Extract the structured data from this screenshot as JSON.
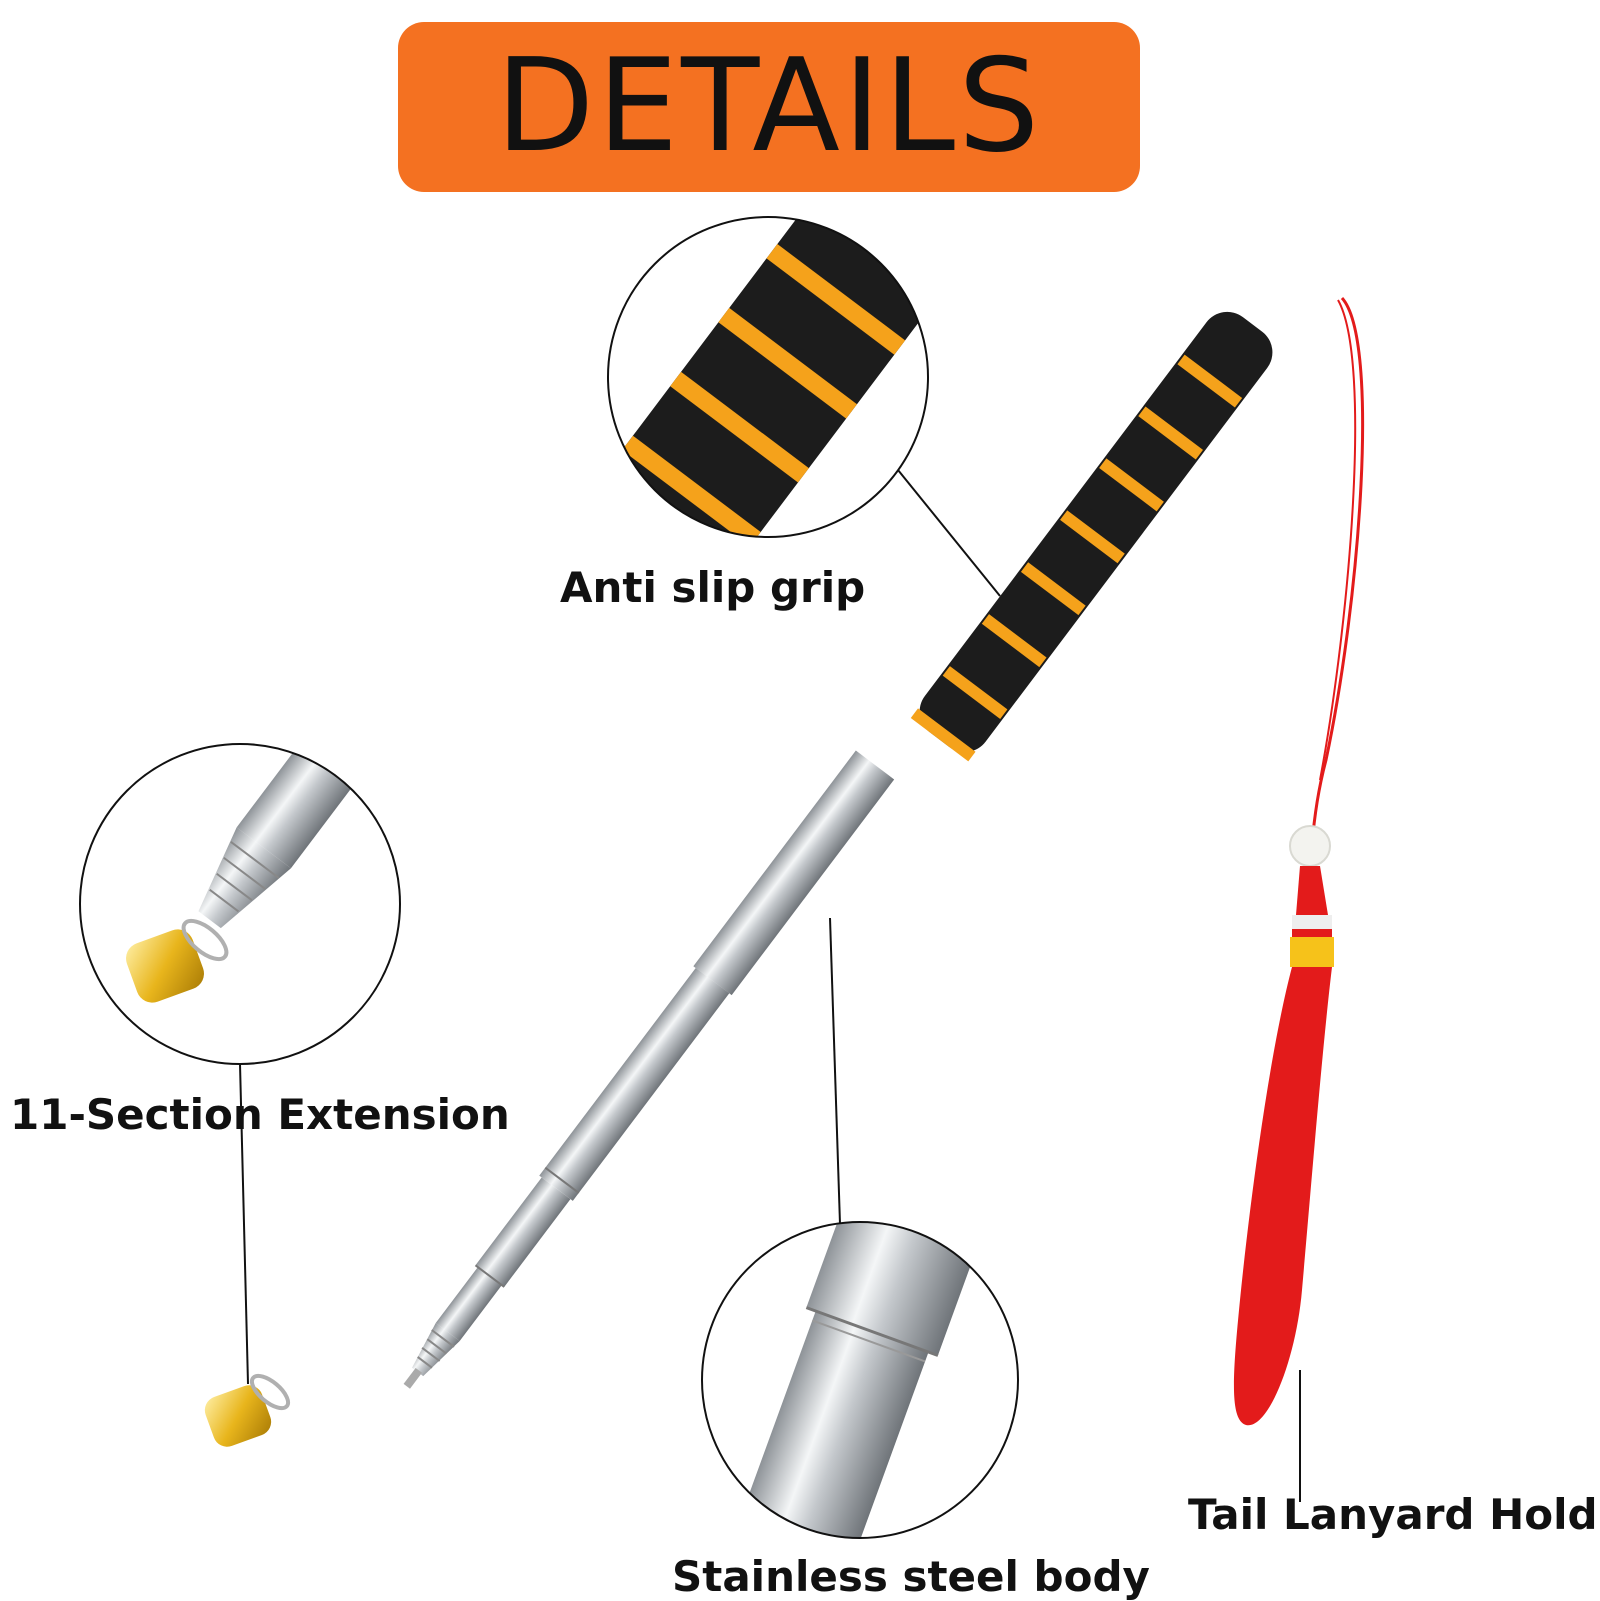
{
  "banner": {
    "title": "DETAILS"
  },
  "callouts": {
    "grip": "Anti slip grip",
    "extension": "11-Section Extension",
    "body": "Stainless steel body",
    "lanyard": "Tail Lanyard Hold"
  },
  "colors": {
    "banner": "#F47121",
    "grip_foam": "#1c1c1c",
    "grip_ring": "#F5A21B",
    "steel": "#c9cdd1",
    "tip": "#E8B51C",
    "lanyard": "#E31B1B"
  }
}
